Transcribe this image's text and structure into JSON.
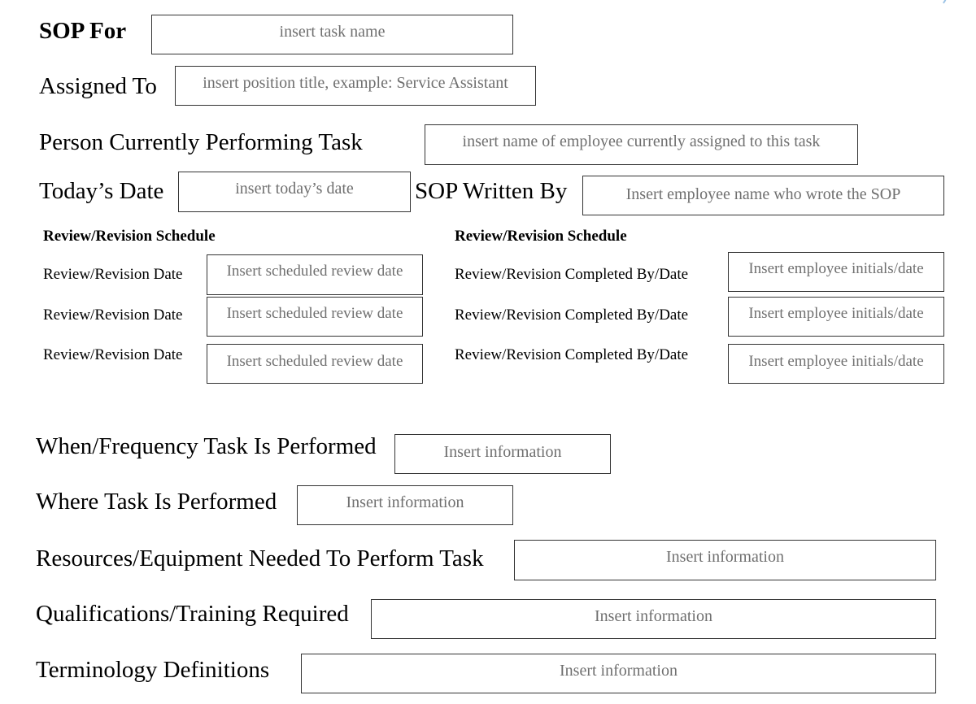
{
  "form": {
    "sop_for": {
      "label": "SOP For",
      "placeholder": "insert task name"
    },
    "assigned_to": {
      "label": "Assigned To",
      "placeholder": "insert position title, example: Service Assistant"
    },
    "person_performing": {
      "label": "Person Currently Performing Task",
      "placeholder": "insert name of employee currently assigned to this task"
    },
    "todays_date": {
      "label": "Today’s Date",
      "placeholder": "insert today’s date"
    },
    "written_by": {
      "label": "SOP Written By",
      "placeholder": "Insert employee name who wrote the SOP"
    }
  },
  "review_schedule": {
    "left": {
      "heading": "Review/Revision Schedule",
      "rows": [
        {
          "label": "Review/Revision Date",
          "placeholder": "Insert scheduled review date"
        },
        {
          "label": "Review/Revision Date",
          "placeholder": "Insert scheduled review date"
        },
        {
          "label": "Review/Revision Date",
          "placeholder": "Insert scheduled review date"
        }
      ]
    },
    "right": {
      "heading": "Review/Revision Schedule",
      "rows": [
        {
          "label": "Review/Revision Completed By/Date",
          "placeholder": "Insert employee initials/date"
        },
        {
          "label": "Review/Revision Completed By/Date",
          "placeholder": "Insert employee initials/date"
        },
        {
          "label": "Review/Revision Completed By/Date",
          "placeholder": "Insert employee initials/date"
        }
      ]
    }
  },
  "details": {
    "frequency": {
      "label": "When/Frequency Task Is Performed",
      "placeholder": "Insert information"
    },
    "location": {
      "label": "Where Task Is Performed",
      "placeholder": "Insert information"
    },
    "resources": {
      "label": "Resources/Equipment Needed To Perform Task",
      "placeholder": "Insert information"
    },
    "qualifications": {
      "label": "Qualifications/Training Required",
      "placeholder": "Insert information"
    },
    "terminology": {
      "label": "Terminology Definitions",
      "placeholder": "Insert information"
    }
  },
  "colors": {
    "border": "#333333",
    "placeholder_text": "#6f6f6f",
    "accent_arc": "#9cc3e6"
  }
}
